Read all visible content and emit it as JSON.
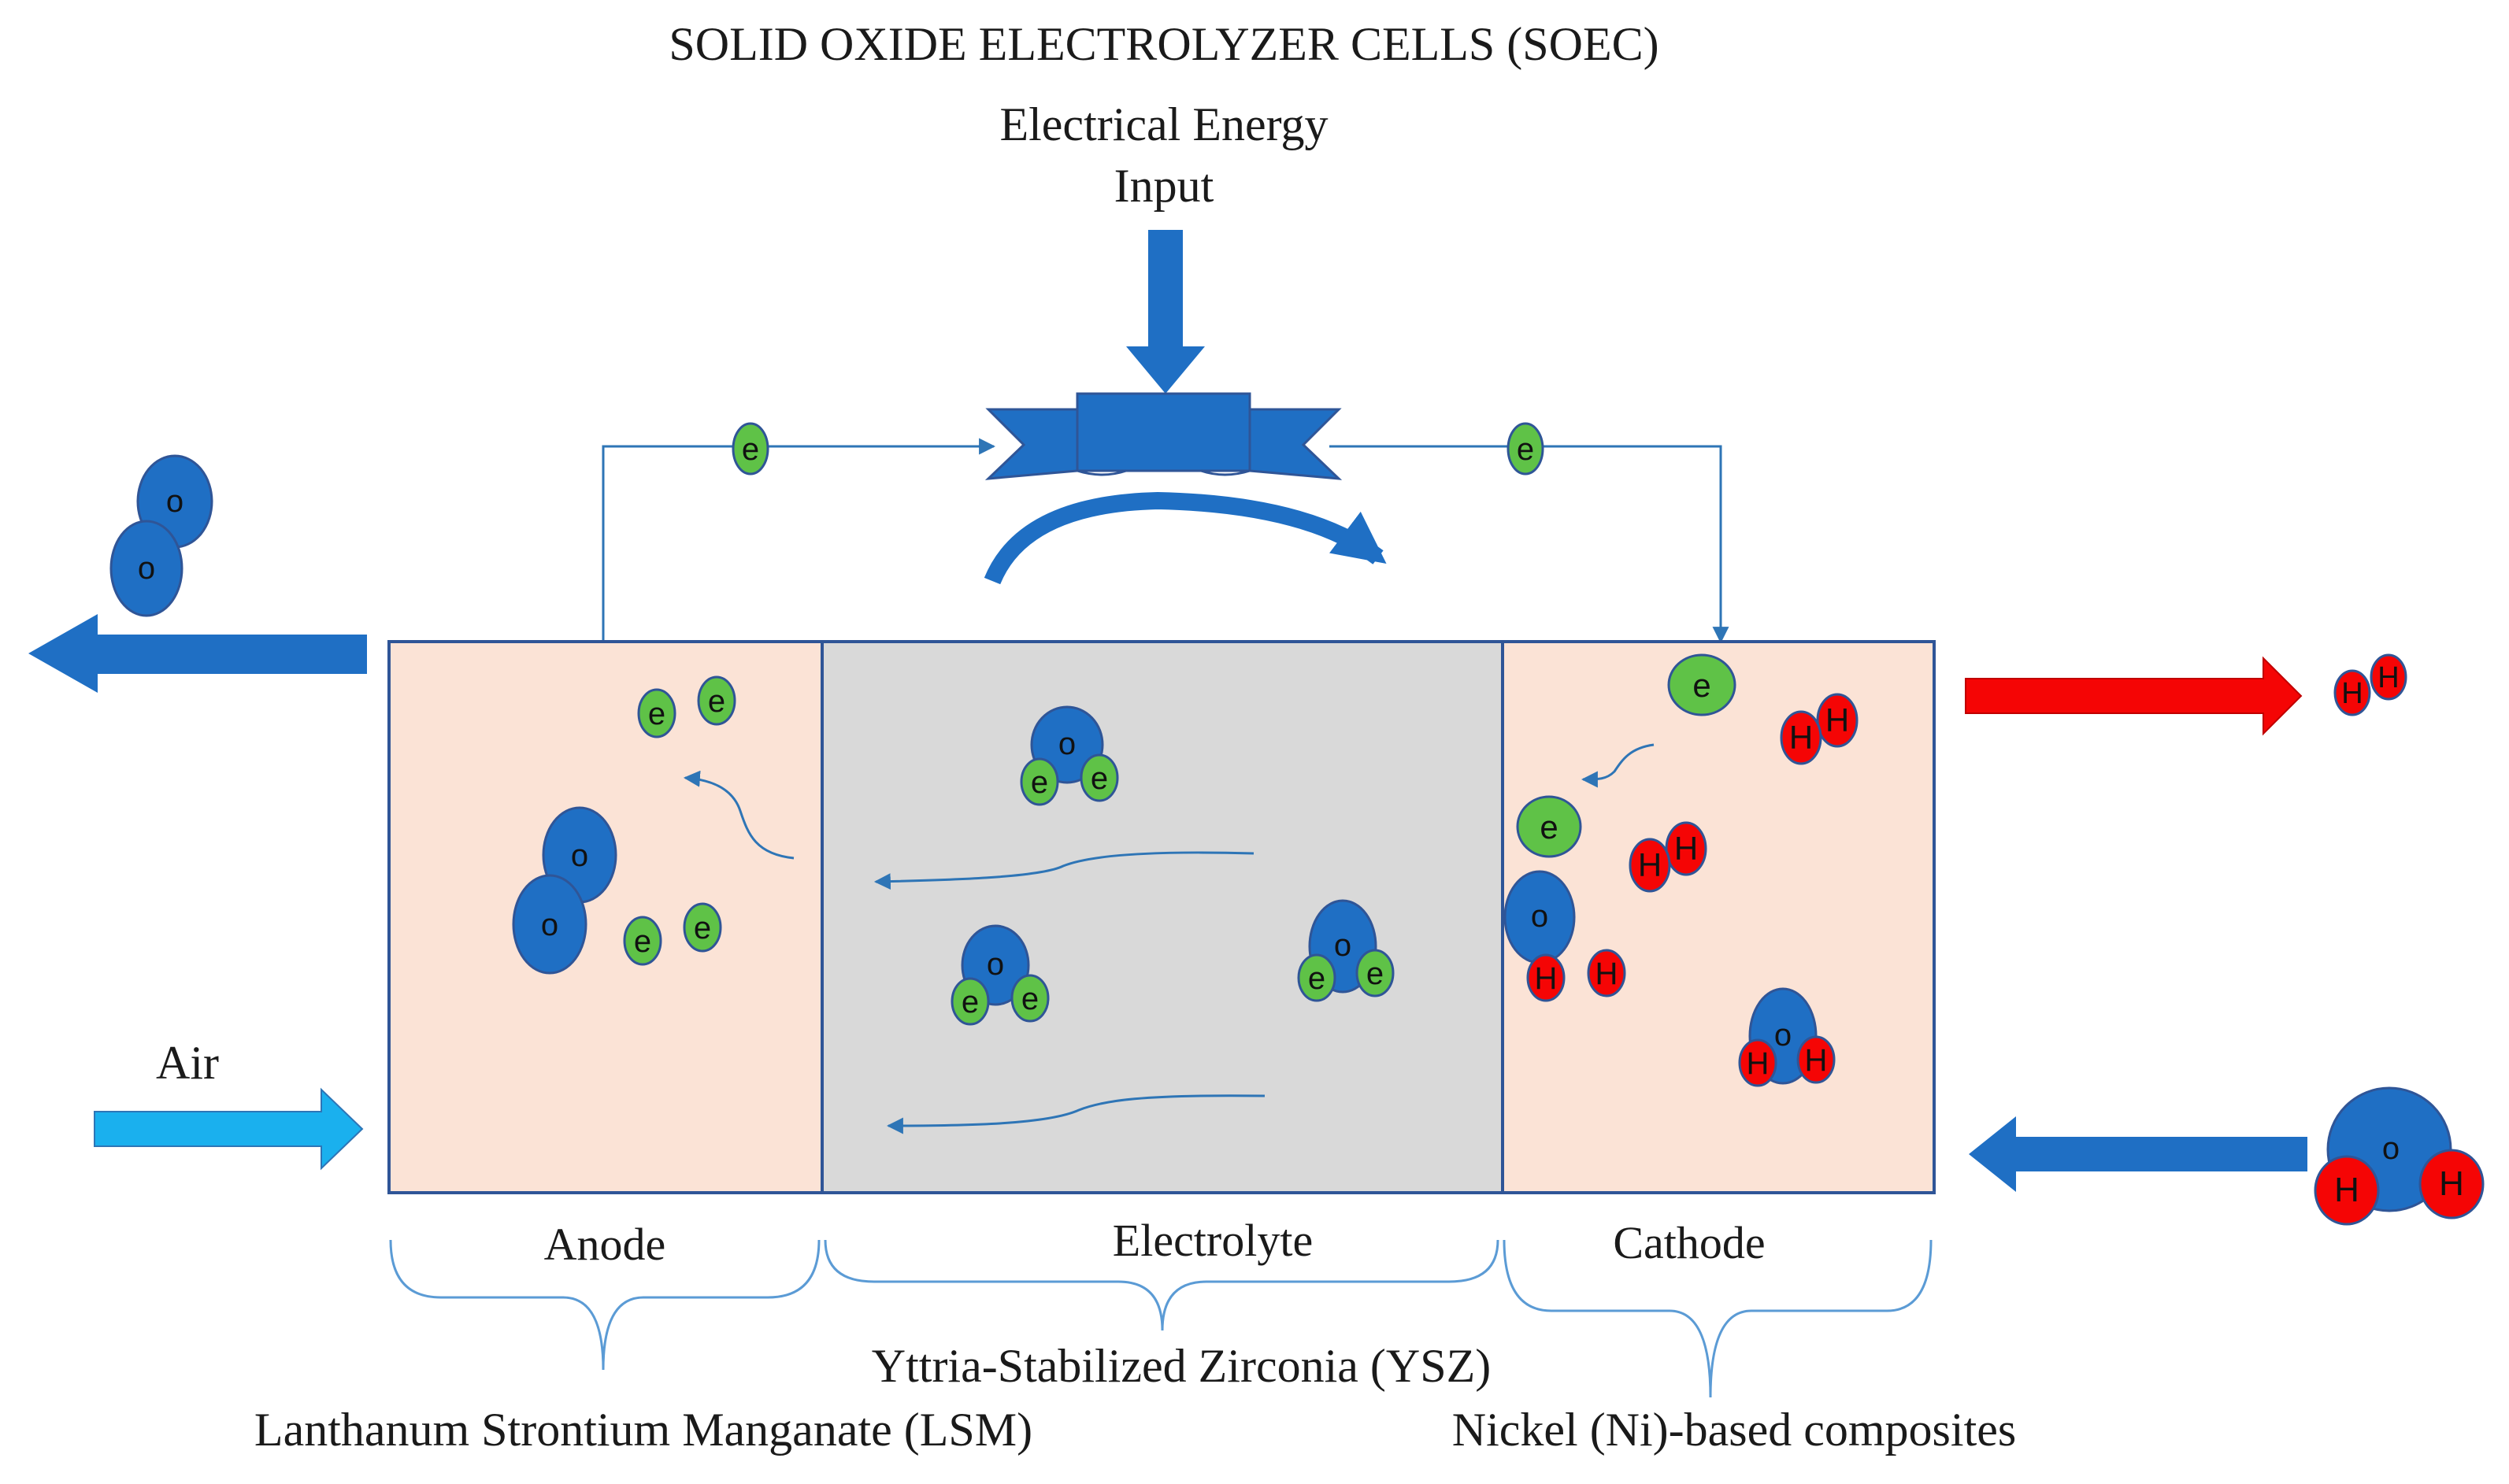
{
  "title": "SOLID OXIDE ELECTROLYZER CELLS (SOEC)",
  "input": {
    "line1": "Electrical Energy",
    "line2": "Input"
  },
  "regions": {
    "anode": "Anode",
    "electrolyte": "Electrolyte",
    "cathode": "Cathode"
  },
  "materials": {
    "anode": "Lanthanum Strontium Manganate (LSM)",
    "electrolyte": "Yttria-Stabilized Zirconia (YSZ)",
    "cathode": "Nickel (Ni)-based composites"
  },
  "flows": {
    "air": "Air"
  },
  "symbols": {
    "electron": "e",
    "oxygen": "o",
    "hydrogen": "H"
  },
  "colors": {
    "blue": "#1f6fc4",
    "light_blue": "#1ab0ee",
    "red": "#f50505",
    "green": "#5fc247",
    "electrode": "#fbe3d6",
    "electrolyte": "#d9d9d9",
    "border": "#2f5597"
  }
}
